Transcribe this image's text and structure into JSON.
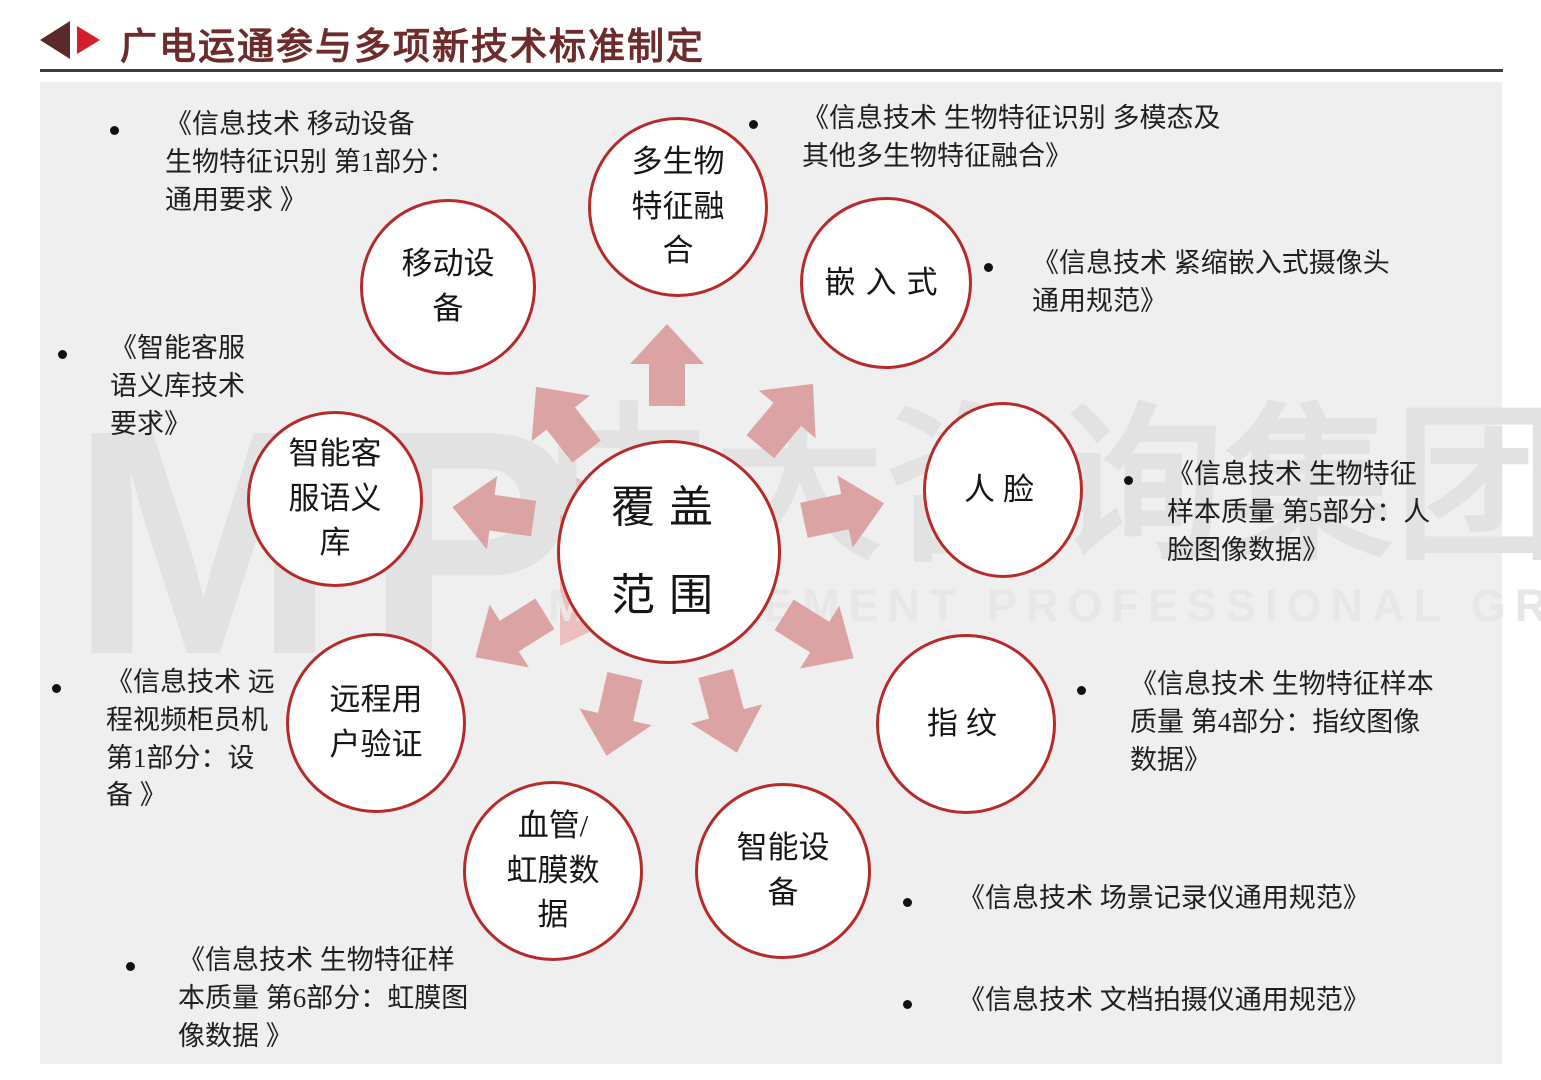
{
  "header": {
    "title": "广电运通参与多项新技术标准制定"
  },
  "colors": {
    "title": "#6d2b2b",
    "logo_dark": "#5a2a2a",
    "logo_red": "#d21f2a",
    "circle_border": "#b72a2a",
    "arrow": "#dca3a3",
    "panel_bg": "#efefef",
    "watermark_grey": "#e2e2e2",
    "watermark_pink": "#ecb2b2"
  },
  "diagram": {
    "center": {
      "label": "覆盖\n范围"
    },
    "nodes": [
      {
        "id": "mobile-device",
        "label": "移动设\n备"
      },
      {
        "id": "multi-biometric-fusion",
        "label": "多生物\n特征融\n合"
      },
      {
        "id": "embedded",
        "label": "嵌入式"
      },
      {
        "id": "face",
        "label": "人脸"
      },
      {
        "id": "smart-customer-service",
        "label": "智能客\n服语义\n库"
      },
      {
        "id": "remote-user-verification",
        "label": "远程用\n户验证"
      },
      {
        "id": "fingerprint",
        "label": "指纹"
      },
      {
        "id": "vessel-iris-data",
        "label": "血管/\n虹膜数\n据"
      },
      {
        "id": "smart-device",
        "label": "智能设\n备"
      }
    ],
    "bullets": [
      {
        "text": "《信息技术 移动设备\n生物特征识别 第1部分：\n通用要求 》"
      },
      {
        "text": "《信息技术 生物特征识别 多模态及\n其他多生物特征融合》"
      },
      {
        "text": "《信息技术  紧缩嵌入式摄像头\n通用规范》"
      },
      {
        "text": "《智能客服\n语义库技术\n要求》"
      },
      {
        "text": "《信息技术 生物特征\n样本质量 第5部分：人\n脸图像数据》"
      },
      {
        "text": "《信息技术 生物特征样本\n质量 第4部分：指纹图像\n数据》"
      },
      {
        "text": "《信息技术 远\n程视频柜员机\n第1部分：设\n备 》"
      },
      {
        "text": "《信息技术 生物特征样\n本质量 第6部分：虹膜图\n像数据 》"
      },
      {
        "text": "《信息技术  场景记录仪通用规范》"
      },
      {
        "text": "《信息技术  文档拍摄仪通用规范》"
      }
    ]
  },
  "watermark": {
    "logo": "MP",
    "text": "中大咨询集团",
    "subtext": "MANAGEMENT PROFESSIONAL GROUP"
  }
}
